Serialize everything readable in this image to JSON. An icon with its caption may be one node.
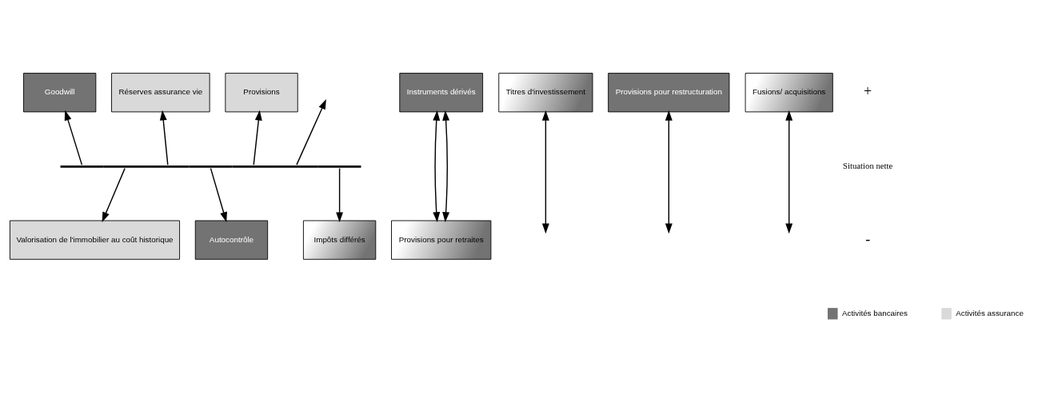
{
  "diagram": {
    "nodes": [
      {
        "text": [
          "Goodwill"
        ]
      },
      {
        "text": [
          "Réserves assurance vie"
        ]
      },
      {
        "text": [
          "Instruments dérivés"
        ]
      },
      {
        "text": [
          "Titres d'investissement"
        ]
      },
      {
        "text": [
          "Provisions pour restructuration"
        ]
      },
      {
        "text": [
          "Fusions/ acquisitions"
        ]
      },
      {
        "text": [
          "Provisions"
        ]
      },
      {
        "text": [],
        "shape": "bar"
      },
      {
        "text": [
          "Valorisation de l'immobilier au coût historique"
        ]
      },
      {
        "text": [
          "Provisions pour retraites"
        ]
      },
      {
        "text": [
          "Autocontrôle"
        ]
      },
      {
        "text": [
          "Impôts différés"
        ]
      }
    ],
    "edges": [
      {
        "from": 7,
        "to": 0,
        "arrow": "to"
      },
      {
        "from": 7,
        "to": 8,
        "arrow": "to"
      },
      {
        "from": 7,
        "to": 1,
        "arrow": "to"
      },
      {
        "from": 2,
        "to": 9,
        "arrow": "both"
      },
      {
        "from": 2,
        "to": 9,
        "arrow": "both"
      },
      {
        "from": 3,
        "to": null,
        "arrow": "both"
      },
      {
        "from": 7,
        "to": 10,
        "arrow": "to"
      },
      {
        "from": 4,
        "to": null,
        "arrow": "both"
      },
      {
        "from": 5,
        "to": null,
        "arrow": "both"
      },
      {
        "from": 7,
        "to": 6,
        "arrow": "to"
      },
      {
        "from": 7,
        "to": null,
        "arrow": "to"
      },
      {
        "from": 7,
        "to": 11,
        "arrow": "to"
      }
    ],
    "labels": [
      "+",
      "Situation nette",
      "-"
    ],
    "legend": [
      {
        "text": "Activités bancaires",
        "color": "#737373"
      },
      {
        "text": "Activités assurance",
        "color": "#d9d9d9"
      }
    ]
  }
}
